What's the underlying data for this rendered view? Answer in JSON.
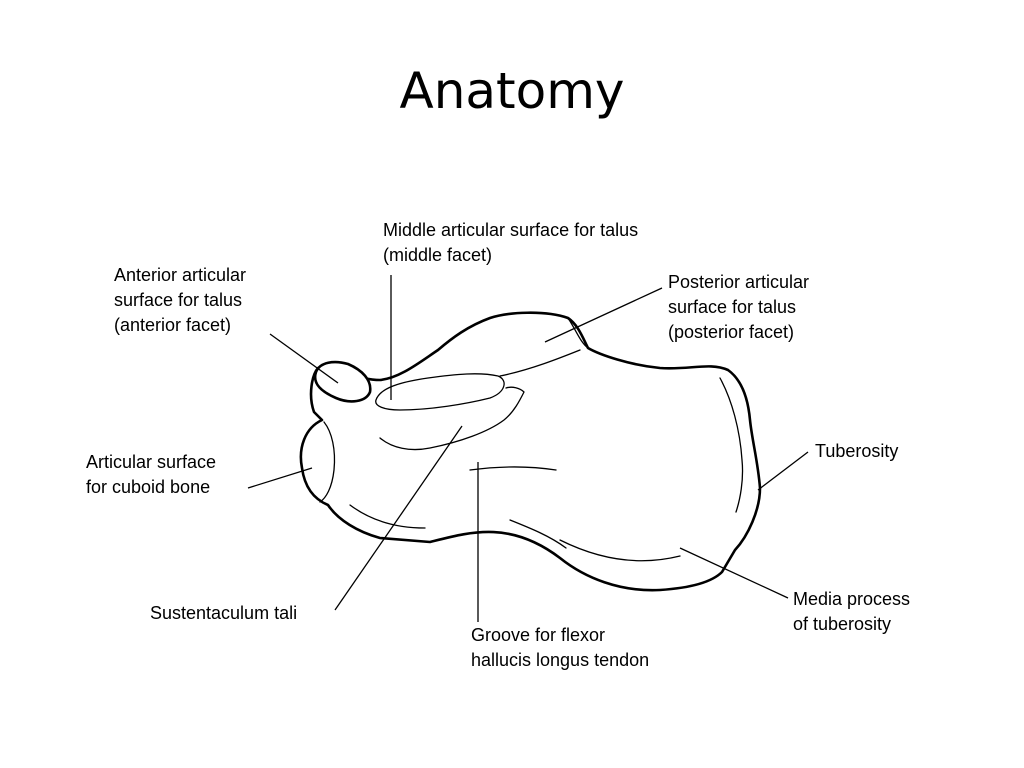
{
  "slide": {
    "title": "Anatomy"
  },
  "diagram": {
    "subject": "calcaneus bone (medial view)",
    "labels": [
      {
        "id": "middle-articular",
        "lines": [
          "Middle articular surface for talus",
          "(middle facet)"
        ]
      },
      {
        "id": "anterior-articular",
        "lines": [
          "Anterior articular",
          "surface for talus",
          "(anterior facet)"
        ]
      },
      {
        "id": "posterior-articular",
        "lines": [
          "Posterior articular",
          "surface for talus",
          "(posterior facet)"
        ]
      },
      {
        "id": "cuboid-surface",
        "lines": [
          "Articular surface",
          "for cuboid bone"
        ]
      },
      {
        "id": "tuberosity",
        "lines": [
          "Tuberosity"
        ]
      },
      {
        "id": "sustentaculum",
        "lines": [
          "Sustentaculum tali"
        ]
      },
      {
        "id": "groove-flexor",
        "lines": [
          "Groove for flexor",
          "hallucis longus tendon"
        ]
      },
      {
        "id": "medial-process",
        "lines": [
          "Media process",
          "of tuberosity"
        ]
      }
    ],
    "colors": {
      "line": "#000000",
      "background": "#ffffff"
    }
  }
}
